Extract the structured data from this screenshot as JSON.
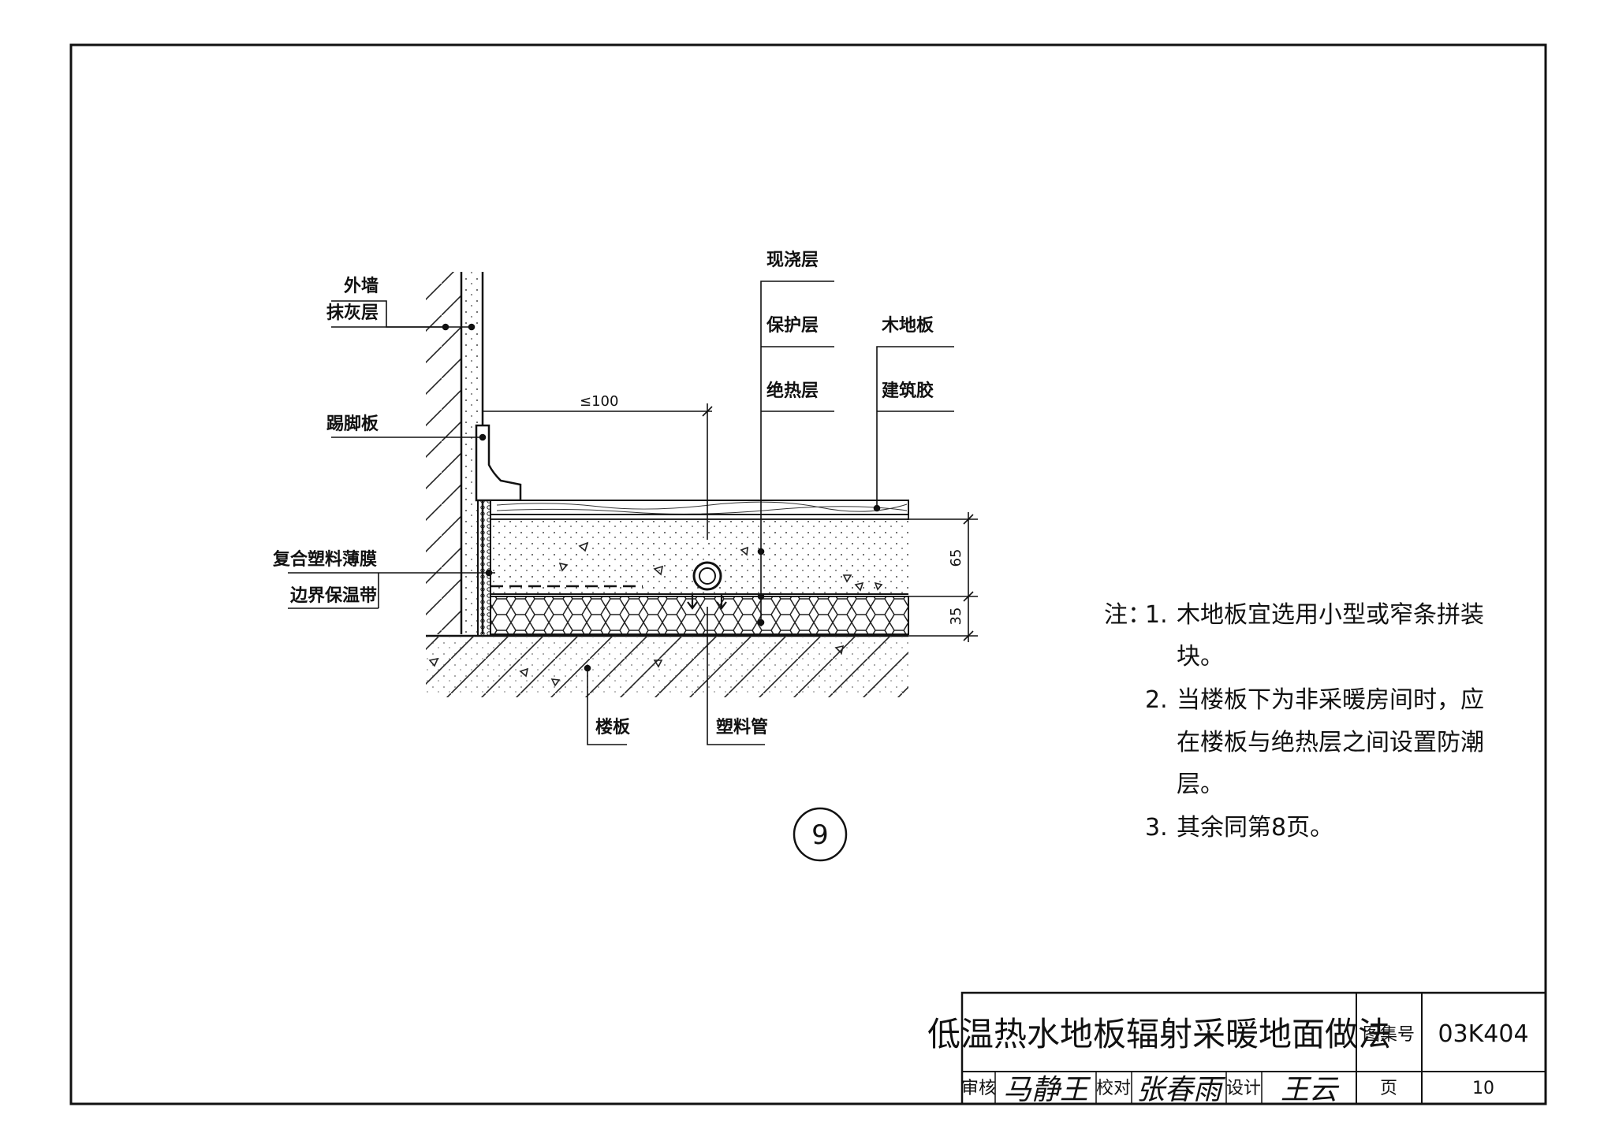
{
  "labels": {
    "outer_wall": "外墙",
    "plaster_layer": "抹灰层",
    "skirting_board": "踢脚板",
    "plastic_film": "复合塑料薄膜",
    "edge_insulation": "边界保温带",
    "cast_layer": "现浇层",
    "protective_layer": "保护层",
    "insulation_layer": "绝热层",
    "wood_floor": "木地板",
    "building_glue": "建筑胶",
    "floor_slab": "楼板",
    "plastic_pipe": "塑料管"
  },
  "dimensions": {
    "gap": "≤100",
    "cast_thickness": "65",
    "insulation_thickness": "35"
  },
  "detail_number": "9",
  "notes": {
    "prefix": "注：",
    "items": [
      {
        "num": "1.",
        "lines": [
          "木地板宜选用小型或窄条拼装",
          "块。"
        ]
      },
      {
        "num": "2.",
        "lines": [
          "当楼板下为非采暖房间时，应",
          "在楼板与绝热层之间设置防潮",
          "层。"
        ]
      },
      {
        "num": "3.",
        "lines": [
          "其余同第8页。"
        ]
      }
    ]
  },
  "title_block": {
    "title": "低温热水地板辐射采暖地面做法",
    "atlas_label": "图集号",
    "atlas_number": "03K404",
    "review_label": "审核",
    "review_sig": "马静王",
    "check_label": "校对",
    "check_sig": "张春雨",
    "design_label": "设计",
    "design_sig": "王云",
    "page_label": "页",
    "page_number": "10"
  }
}
